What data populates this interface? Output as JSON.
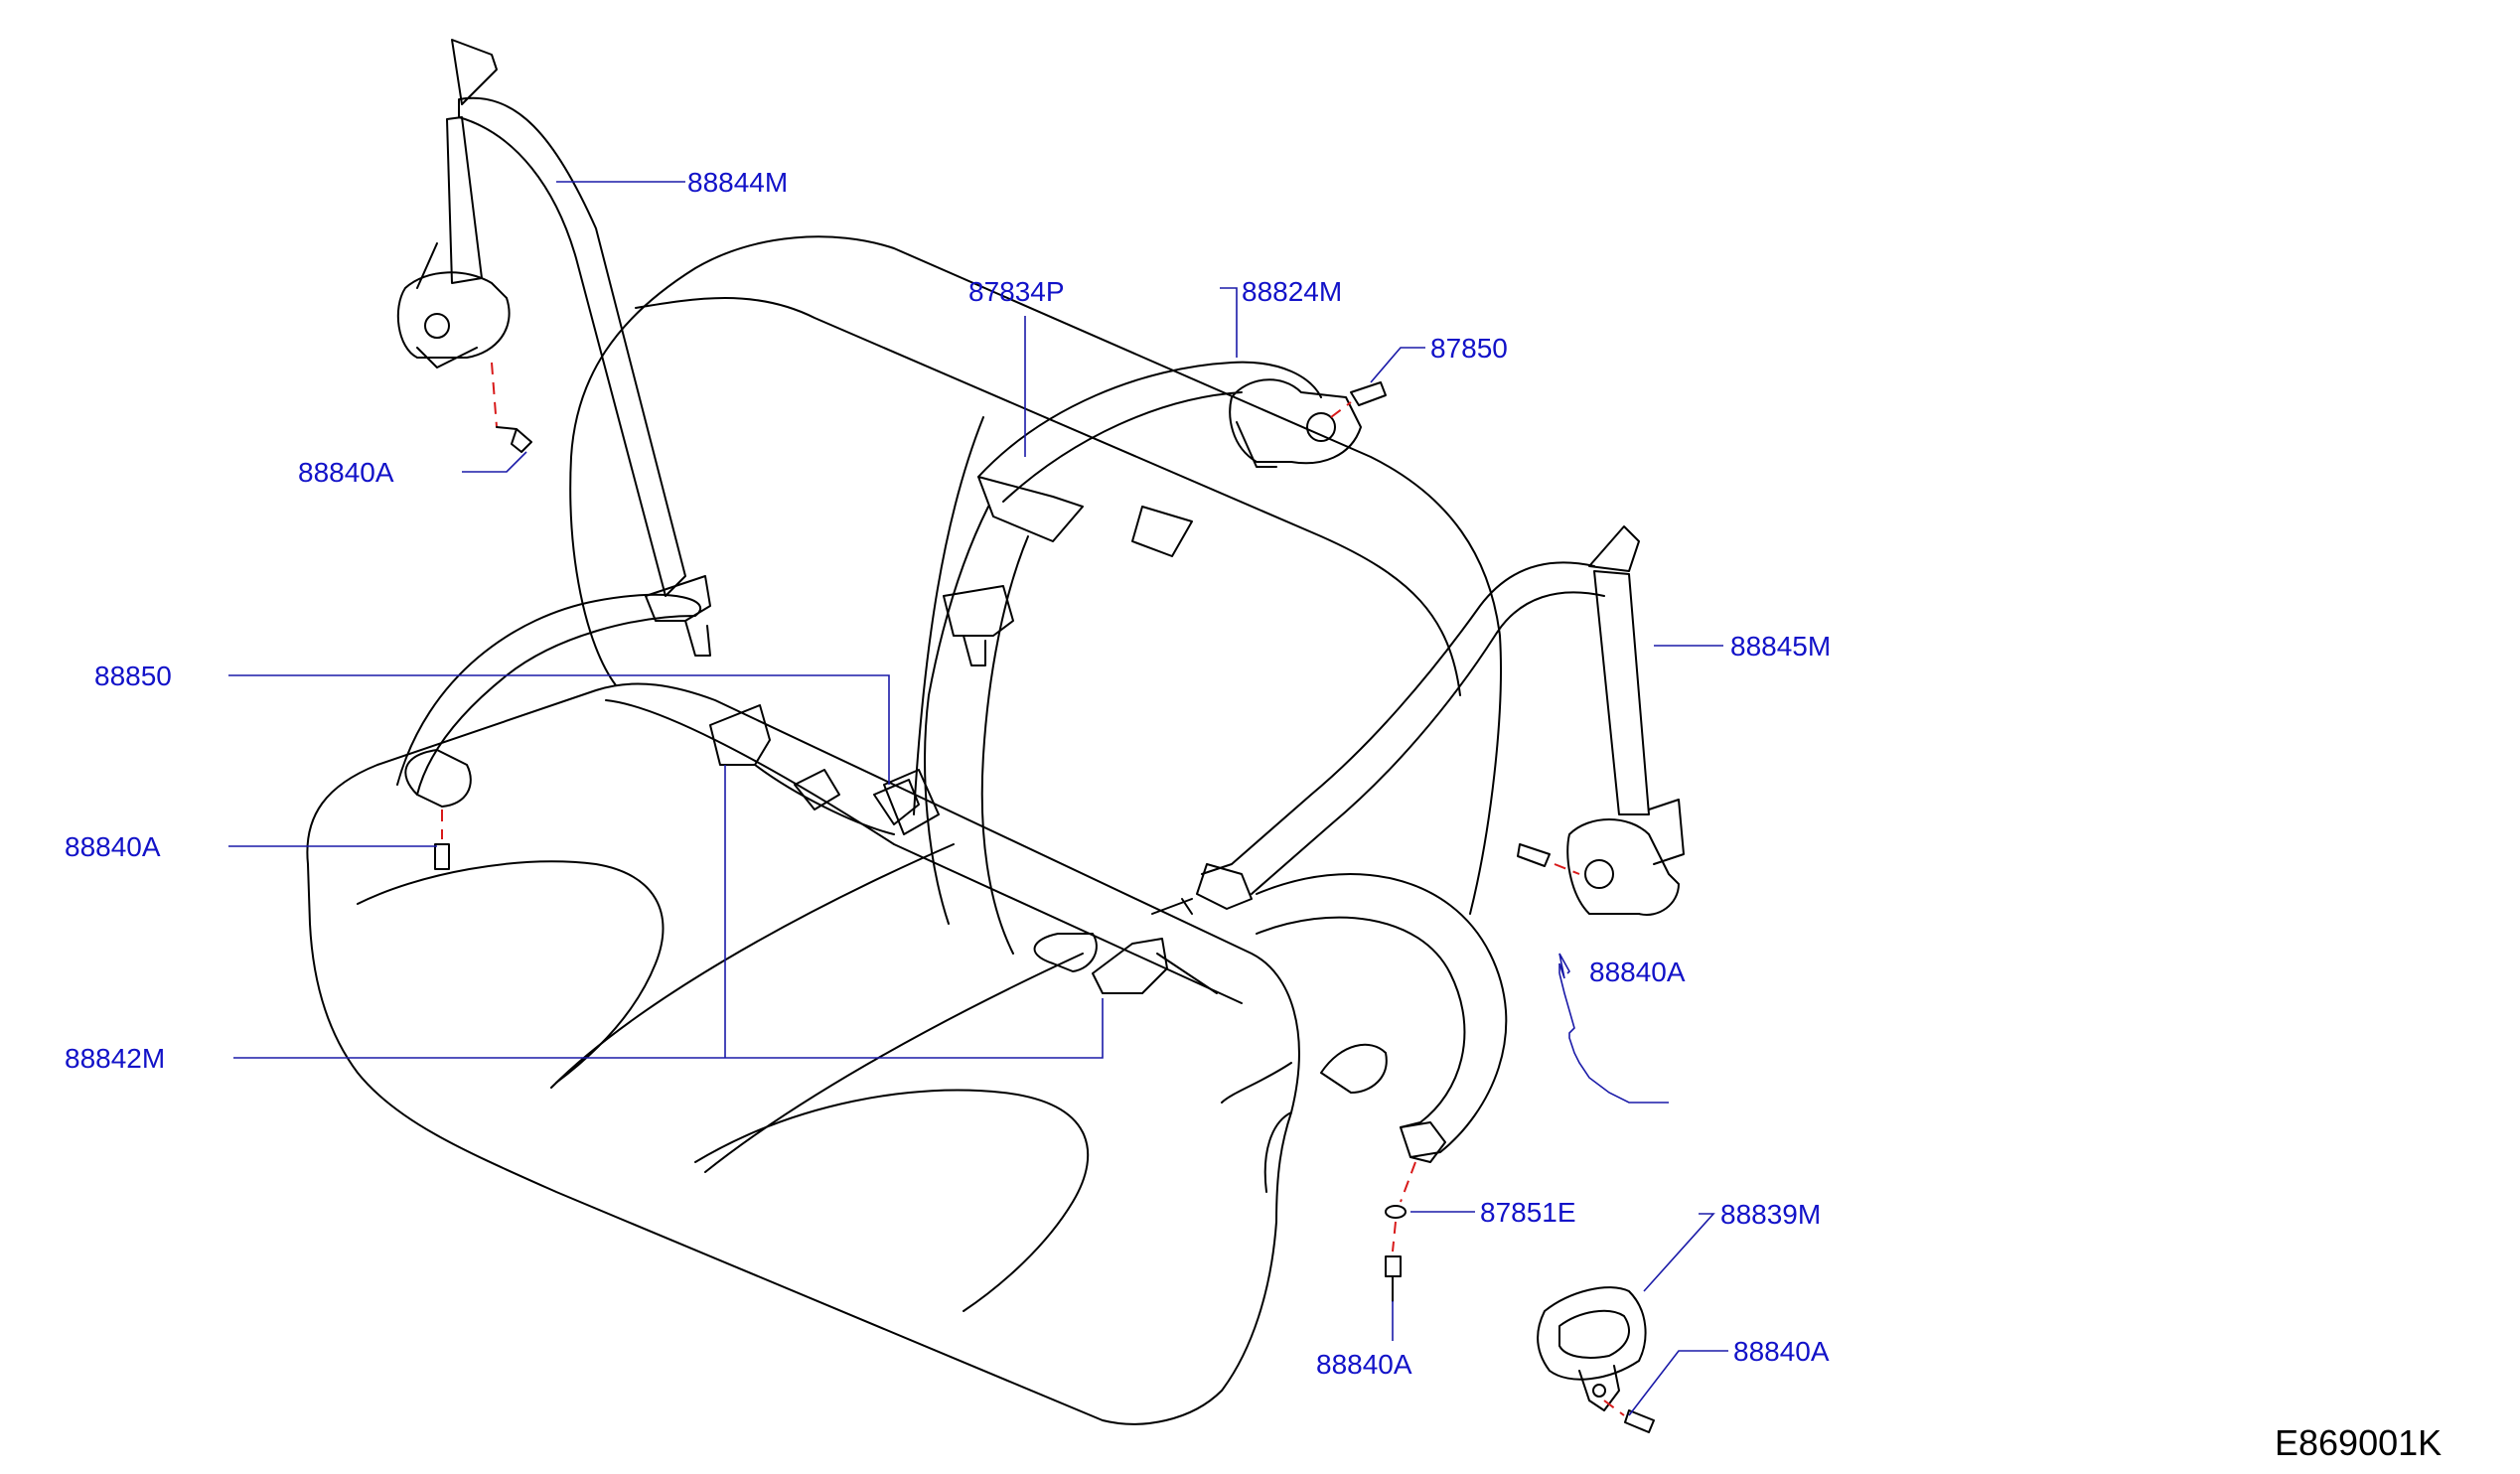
{
  "diagram_code": "E869001K",
  "callouts": [
    {
      "id": "88844M",
      "text": "88844M"
    },
    {
      "id": "88840A_top",
      "text": "88840A"
    },
    {
      "id": "87834P",
      "text": "87834P"
    },
    {
      "id": "88824M",
      "text": "88824M"
    },
    {
      "id": "87850",
      "text": "87850"
    },
    {
      "id": "88850",
      "text": "88850"
    },
    {
      "id": "88840A_left",
      "text": "88840A"
    },
    {
      "id": "88845M",
      "text": "88845M"
    },
    {
      "id": "88840A_right",
      "text": "88840A"
    },
    {
      "id": "88842M",
      "text": "88842M"
    },
    {
      "id": "87851E",
      "text": "87851E"
    },
    {
      "id": "88839M",
      "text": "88839M"
    },
    {
      "id": "88840A_bottom",
      "text": "88840A"
    },
    {
      "id": "88840A_bottom2",
      "text": "88840A"
    }
  ],
  "colors": {
    "callout_text": "#1212c8",
    "leader_line": "#1a1aa8",
    "mount_dash": "#d81a1a",
    "drawing": "#000000"
  }
}
